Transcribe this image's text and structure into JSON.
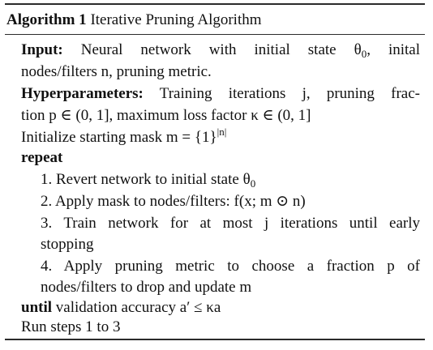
{
  "algorithm": {
    "label": "Algorithm 1",
    "title": "Iterative Pruning Algorithm",
    "input_keyword": "Input:",
    "input_text_1": "Neural network with initial state θ",
    "input_text_1_sub": "0",
    "input_text_1_end": ", inital",
    "input_text_2": "nodes/filters n, pruning metric.",
    "hyper_keyword": "Hyperparameters:",
    "hyper_text_1": "Training iterations j, pruning frac-",
    "hyper_text_2": "tion p ∈ (0, 1], maximum loss factor κ ∈ (0, 1]",
    "init_text": "Initialize starting mask m = {1}",
    "init_sup": "|n|",
    "repeat_keyword": "repeat",
    "step_1": "1. Revert network to initial state θ",
    "step_1_sub": "0",
    "step_2": "2. Apply mask to nodes/filters: f(x; m ⊙ n)",
    "step_3a": "3. Train network for at most j iterations until early",
    "step_3b": "stopping",
    "step_4a": "4. Apply pruning metric to choose a fraction p of",
    "step_4b": "nodes/filters to drop and update m",
    "until_keyword": "until",
    "until_text": "validation accuracy a′ ≤ κa",
    "final_text": "Run steps 1 to 3"
  }
}
